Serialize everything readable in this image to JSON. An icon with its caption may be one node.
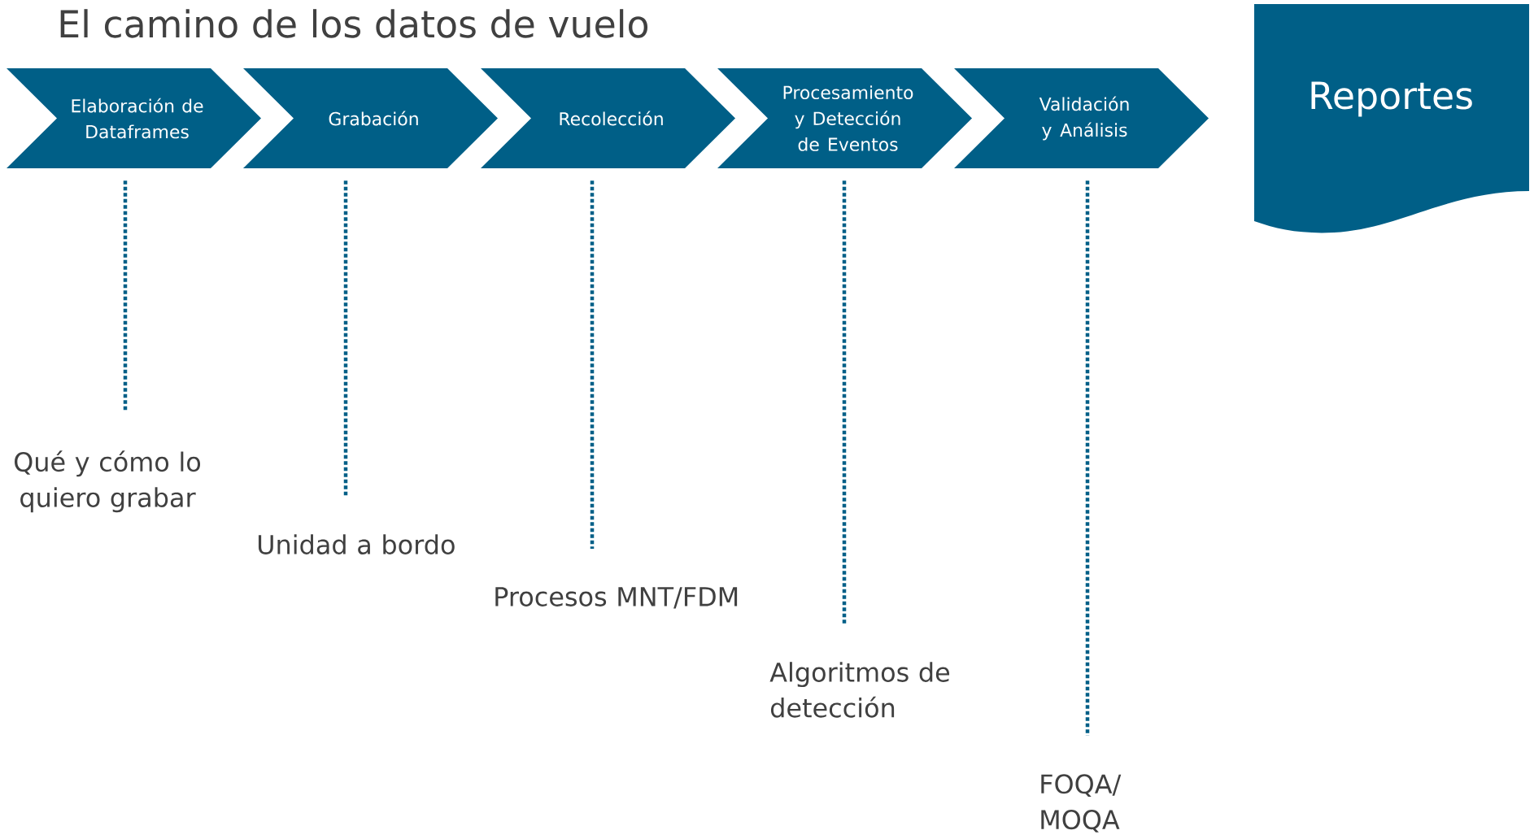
{
  "diagram": {
    "title": "El camino de los datos de vuelo",
    "nodes": [
      {
        "text": [
          "Elaboración de Dataframes"
        ]
      },
      {
        "text": [
          "Grabación"
        ]
      },
      {
        "text": [
          "Recolección"
        ]
      },
      {
        "text": [
          "Procesamiento y Detección de Eventos"
        ]
      },
      {
        "text": [
          "Validación y Análisis"
        ]
      },
      {
        "text": [
          "Reportes"
        ]
      },
      {
        "text": [
          "Qué y cómo lo quiero grabar"
        ]
      },
      {
        "text": [
          "Unidad a bordo"
        ]
      },
      {
        "text": [
          "Procesos MNT/FDM"
        ]
      },
      {
        "text": [
          "Algoritmos de detección"
        ]
      },
      {
        "text": [
          "FOQA/ MOQA"
        ]
      }
    ],
    "edges": [
      {
        "from": 0,
        "to": 6,
        "arrow": "none",
        "style": "dashed"
      },
      {
        "from": 1,
        "to": 7,
        "arrow": "none",
        "style": "dashed"
      },
      {
        "from": 2,
        "to": 8,
        "arrow": "none",
        "style": "dashed"
      },
      {
        "from": 3,
        "to": 9,
        "arrow": "none",
        "style": "dashed"
      },
      {
        "from": 4,
        "to": 10,
        "arrow": "none",
        "style": "dashed"
      }
    ]
  }
}
